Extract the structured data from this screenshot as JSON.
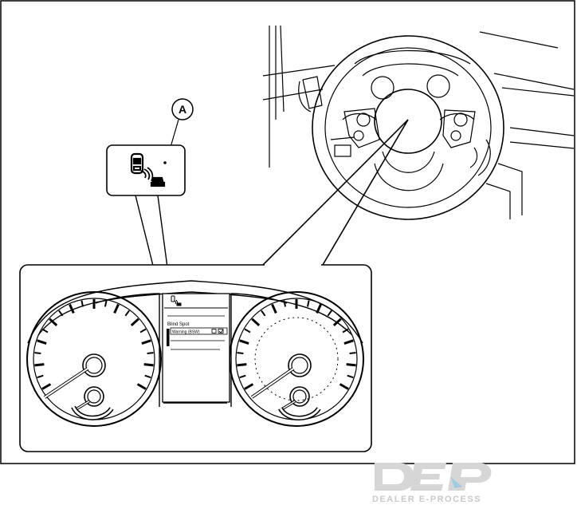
{
  "callout": {
    "label": "A"
  },
  "display": {
    "title": "Blind Spot",
    "row_label": "Warning (BSW)"
  },
  "watermark": {
    "brand_text": "DEALER E-PROCESS"
  },
  "icons": {
    "callout_icon": "blind-spot-warning-icon",
    "screen_icon": "blind-spot-small-icon",
    "checkbox": "checked-checkbox-icon"
  },
  "colors": {
    "line": "#000000",
    "watermark": "#c9c9c9"
  }
}
